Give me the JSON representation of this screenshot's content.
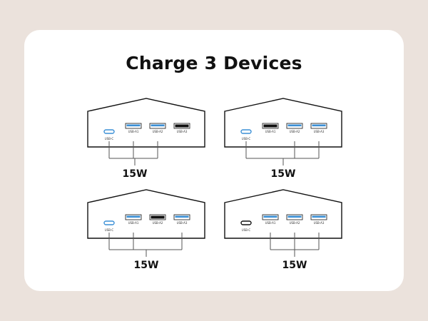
{
  "title": "Charge 3 Devices",
  "colors": {
    "active_port": "#3a8fd6",
    "inactive_port": "#111111",
    "line": "#555555"
  },
  "port_labels": [
    "USB-C",
    "USB-A1",
    "USB-A2",
    "USB-A3"
  ],
  "configurations": [
    {
      "active": [
        true,
        true,
        true,
        false
      ],
      "power": "15W"
    },
    {
      "active": [
        true,
        false,
        true,
        true
      ],
      "power": "15W"
    },
    {
      "active": [
        true,
        true,
        false,
        true
      ],
      "power": "15W"
    },
    {
      "active": [
        false,
        true,
        true,
        true
      ],
      "power": "15W"
    }
  ]
}
